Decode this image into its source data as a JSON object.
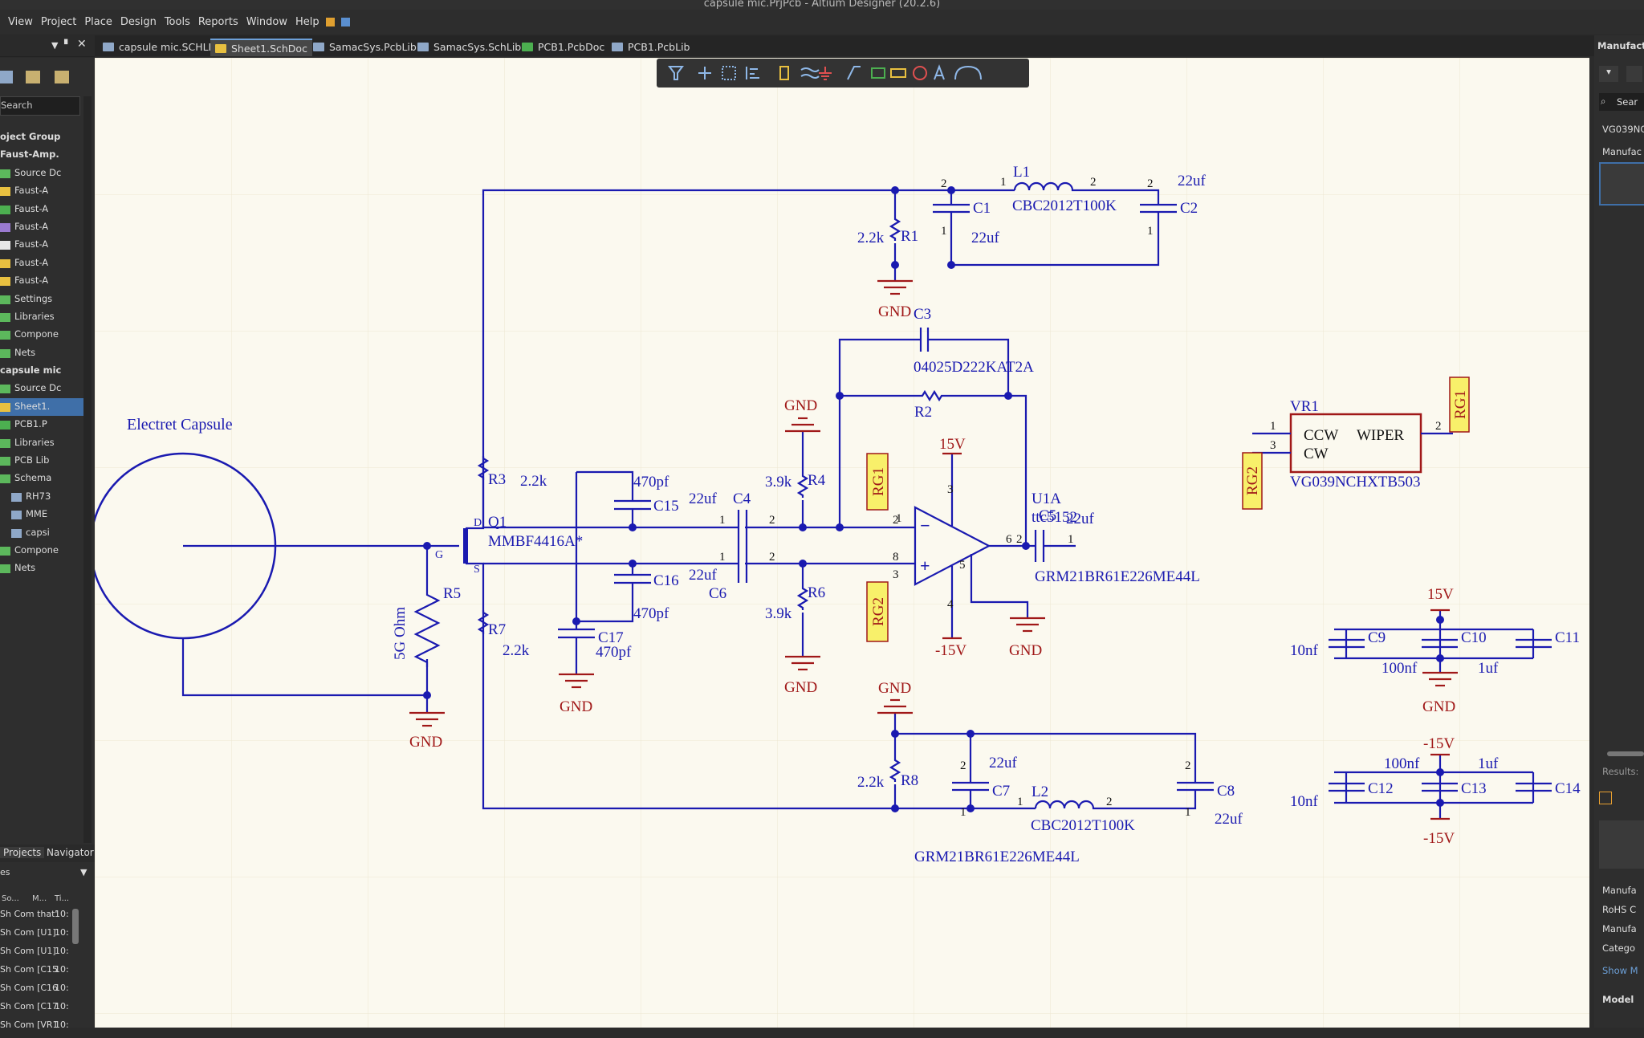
{
  "window": {
    "title": "capsule mic.PrjPcb - Altium Designer (20.2.6)"
  },
  "menu": [
    "View",
    "Project",
    "Place",
    "Design",
    "Tools",
    "Reports",
    "Window",
    "Help"
  ],
  "tabs": [
    {
      "label": "capsule mic.SCHLIB",
      "active": false
    },
    {
      "label": "Sheet1.SchDoc",
      "active": true
    },
    {
      "label": "SamacSys.PcbLib",
      "active": false
    },
    {
      "label": "SamacSys.SchLib",
      "active": false
    },
    {
      "label": "PCB1.PcbDoc",
      "active": false
    },
    {
      "label": "PCB1.PcbLib",
      "active": false
    }
  ],
  "left_panel": {
    "search_placeholder": "Search",
    "tree": [
      {
        "label": "oject Group",
        "bold": true
      },
      {
        "label": "Faust-Amp.",
        "bold": true
      },
      {
        "label": "Source Dc",
        "icon": "green-folder"
      },
      {
        "label": "Faust-A",
        "icon": "yellow-folder"
      },
      {
        "label": "Faust-A",
        "icon": "green-file"
      },
      {
        "label": "Faust-A",
        "icon": "purple-file"
      },
      {
        "label": "Faust-A",
        "icon": "white-file"
      },
      {
        "label": "Faust-A",
        "icon": "yellow-folder"
      },
      {
        "label": "Faust-A",
        "icon": "yellow-folder"
      },
      {
        "label": "Settings",
        "icon": "green-folder"
      },
      {
        "label": "Libraries",
        "icon": "green-folder"
      },
      {
        "label": "Compone",
        "icon": "green-folder"
      },
      {
        "label": "Nets",
        "icon": "green-folder"
      },
      {
        "label": "capsule mic",
        "bold": true
      },
      {
        "label": "Source Dc",
        "icon": "green-folder"
      },
      {
        "label": "Sheet1.",
        "icon": "yellow-folder",
        "selected": true
      },
      {
        "label": "PCB1.P",
        "icon": "green-file"
      },
      {
        "label": "Libraries",
        "icon": "green-folder"
      },
      {
        "label": "PCB Lib",
        "icon": "green-folder"
      },
      {
        "label": "Schema",
        "icon": "green-folder"
      },
      {
        "label": "RH73",
        "icon": "lib-file"
      },
      {
        "label": "MME",
        "icon": "lib-file"
      },
      {
        "label": "capsi",
        "icon": "lib-file"
      },
      {
        "label": "Compone",
        "icon": "green-folder"
      },
      {
        "label": "Nets",
        "icon": "green-folder"
      }
    ],
    "bottom_tabs": [
      "Projects",
      "Navigator"
    ],
    "messages_header": "es",
    "columns": [
      "So...",
      "M...",
      "Ti..."
    ],
    "messages": [
      {
        "src": "Sh Com that'",
        "time": "10:"
      },
      {
        "src": "Sh Com [U1]",
        "time": "10:"
      },
      {
        "src": "Sh Com [U1]",
        "time": "10:"
      },
      {
        "src": "Sh Com [C15",
        "time": "10:"
      },
      {
        "src": "Sh Com [C16",
        "time": "10:"
      },
      {
        "src": "Sh Com [C17",
        "time": "10:"
      },
      {
        "src": "Sh Com [VR1",
        "time": "10:"
      }
    ]
  },
  "right_panel": {
    "title": "Manufact",
    "search": "Sear",
    "part": "VG039NC",
    "col": "Manufac",
    "results": "Results:",
    "props": [
      "Manufa",
      "RoHS C",
      "Manufa",
      "Catego"
    ],
    "show_more": "Show M",
    "models": "Model"
  },
  "schematic": {
    "labels": {
      "capsule": "Electret Capsule",
      "gnd": "GND",
      "r1": "R1",
      "r1v": "2.2k",
      "r2": "R2",
      "r3": "R3",
      "r3v": "2.2k",
      "r4": "R4",
      "r4v": "3.9k",
      "r5": "R5",
      "r5v": "5G Ohm",
      "r6": "R6",
      "r6v": "3.9k",
      "r7": "R7",
      "r7v": "2.2k",
      "r8": "R8",
      "r8v": "2.2k",
      "c1": "C1",
      "c1v": "22uf",
      "c2": "C2",
      "c2v": "22uf",
      "c3": "C3",
      "c3v": "04025D222KAT2A",
      "c4": "C4",
      "c4v": "22uf",
      "c5": "C5",
      "c5v": "22uf",
      "c5v2": "GRM21BR61E226ME44L",
      "c6": "C6",
      "c6v": "22uf",
      "c7": "C7",
      "c7v": "22uf",
      "c8": "C8",
      "c8v": "22uf",
      "c9": "C9",
      "c9v": "10nf",
      "c10": "C10",
      "c10v": "100nf",
      "c11": "C11",
      "c11v": "1uf",
      "c12": "C12",
      "c12v": "10nf",
      "c13": "C13",
      "c13v": "100nf",
      "c14": "C14",
      "c14v": "1uf",
      "c15": "C15",
      "c15v": "470pf",
      "c16": "C16",
      "c16v": "470pf",
      "c17": "C17",
      "c17v": "470pf",
      "l1": "L1",
      "l1v": "CBC2012T100K",
      "l2": "L2",
      "l2v": "CBC2012T100K",
      "q1": "Q1",
      "q1v": "MMBF4416A*",
      "u1": "U1A",
      "u1v": "ttc5152",
      "vr1": "VR1",
      "vr1v": "VG039NCHXTB503",
      "ccw": "CCW",
      "wiper": "WIPER",
      "cw": "CW",
      "rg1": "RG1",
      "rg2": "RG2",
      "p15": "15V",
      "m15": "-15V",
      "bottom_part": "GRM21BR61E226ME44L",
      "d": "D",
      "g": "G",
      "s": "S"
    }
  }
}
